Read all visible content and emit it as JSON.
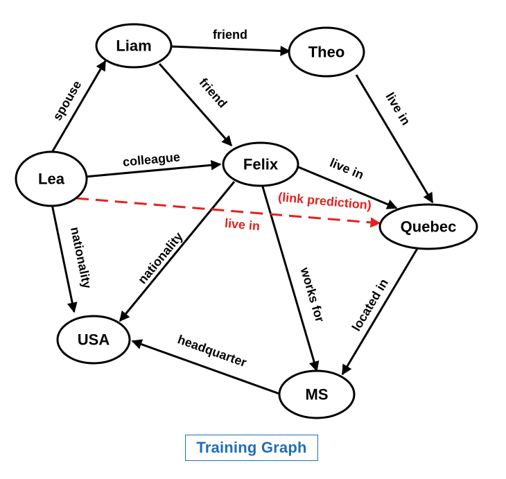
{
  "caption": "Training Graph",
  "colors": {
    "node_stroke": "#000000",
    "edge": "#000000",
    "prediction": "#e8201c",
    "caption": "#1f6fb7"
  },
  "nodes": [
    {
      "id": "liam",
      "label": "Liam"
    },
    {
      "id": "theo",
      "label": "Theo"
    },
    {
      "id": "lea",
      "label": "Lea"
    },
    {
      "id": "felix",
      "label": "Felix"
    },
    {
      "id": "quebec",
      "label": "Quebec"
    },
    {
      "id": "usa",
      "label": "USA"
    },
    {
      "id": "ms",
      "label": "MS"
    }
  ],
  "edges": [
    {
      "id": "liam-theo",
      "source": "liam",
      "target": "theo",
      "label": "friend"
    },
    {
      "id": "liam-felix",
      "source": "liam",
      "target": "felix",
      "label": "friend"
    },
    {
      "id": "lea-liam",
      "source": "lea",
      "target": "liam",
      "label": "spouse"
    },
    {
      "id": "theo-quebec",
      "source": "theo",
      "target": "quebec",
      "label": "live in"
    },
    {
      "id": "lea-felix",
      "source": "lea",
      "target": "felix",
      "label": "colleague"
    },
    {
      "id": "felix-quebec",
      "source": "felix",
      "target": "quebec",
      "label": "live in"
    },
    {
      "id": "lea-usa",
      "source": "lea",
      "target": "usa",
      "label": "nationality"
    },
    {
      "id": "felix-usa",
      "source": "felix",
      "target": "usa",
      "label": "nationality"
    },
    {
      "id": "felix-ms",
      "source": "felix",
      "target": "ms",
      "label": "works for"
    },
    {
      "id": "quebec-ms",
      "source": "quebec",
      "target": "ms",
      "label": "located in"
    },
    {
      "id": "ms-usa",
      "source": "ms",
      "target": "usa",
      "label": "headquarter"
    }
  ],
  "predicted_link": {
    "source": "lea",
    "target": "quebec",
    "label": "live in",
    "annotation": "(link prediction)"
  }
}
